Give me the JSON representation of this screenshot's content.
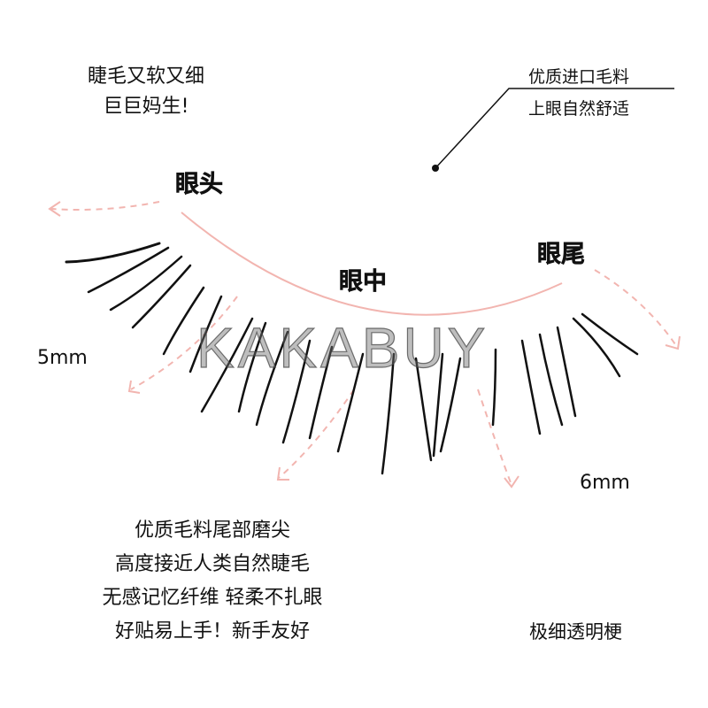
{
  "top_left": {
    "line1": "睫毛又软又细",
    "line2": "巨巨妈生!"
  },
  "top_right": {
    "line1": "优质进口毛料",
    "line2": "上眼自然舒适"
  },
  "zones": {
    "inner": "眼头",
    "middle": "眼中",
    "outer": "眼尾"
  },
  "lengths": {
    "inner": "5mm",
    "outer": "6mm"
  },
  "watermark": "KAKABUY",
  "features": [
    "优质毛料尾部磨尖",
    "高度接近人类自然睫毛",
    "无感记忆纤维 轻柔不扎眼",
    "好贴易上手！新手友好"
  ],
  "band_note": "极细透明梗",
  "colors": {
    "guide_pink": "#f2b5b0",
    "text": "#111111"
  }
}
